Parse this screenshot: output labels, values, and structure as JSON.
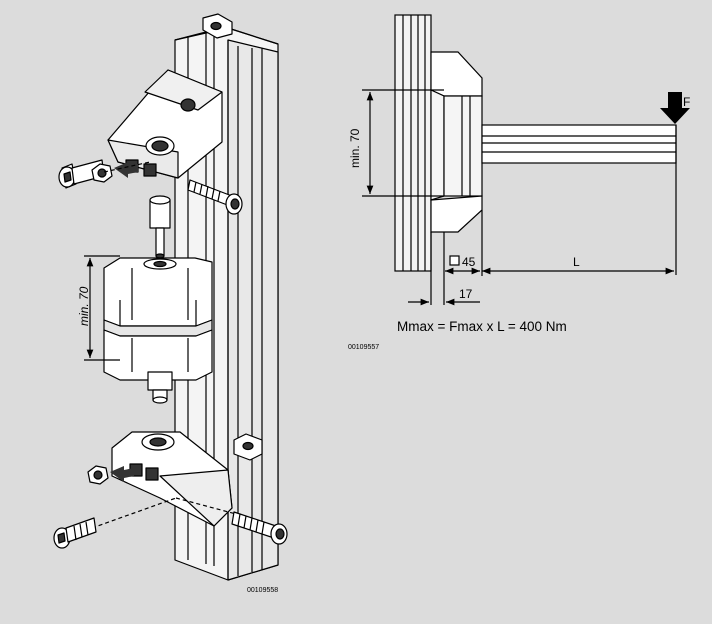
{
  "left_figure": {
    "dimension_label": "min. 70",
    "figure_id": "00109558"
  },
  "right_figure": {
    "dimension_label": "min. 70",
    "force_label": "F",
    "dim_45_label": "45",
    "dim_17_label": "17",
    "dim_L_label": "L",
    "formula": "Mmax = Fmax x L = 400 Nm",
    "figure_id": "00109557"
  },
  "colors": {
    "background": "#dcdcdc",
    "part_face": "#ffffff",
    "part_shade": "#e6e6e6",
    "line": "#000000",
    "hole": "#333333"
  }
}
